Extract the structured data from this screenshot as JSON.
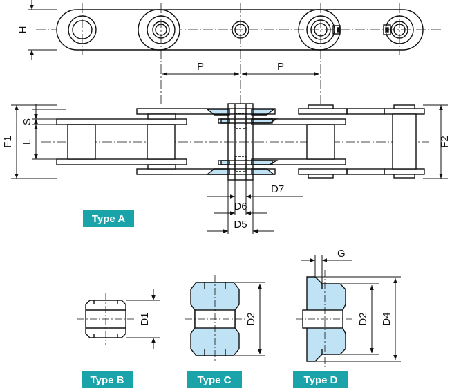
{
  "colors": {
    "badge": "#1aa3a8",
    "highlight": "#bfe3f5",
    "line": "#111111"
  },
  "labels": {
    "H": "H",
    "P1": "P",
    "P2": "P",
    "F1": "F1",
    "F2": "F2",
    "S": "S",
    "L": "L",
    "D5": "D5",
    "D6": "D6",
    "D7": "D7",
    "D1": "D1",
    "D2_c": "D2",
    "D2_d": "D2",
    "D4": "D4",
    "G": "G"
  },
  "types": {
    "a": "Type A",
    "b": "Type B",
    "c": "Type C",
    "d": "Type D"
  }
}
